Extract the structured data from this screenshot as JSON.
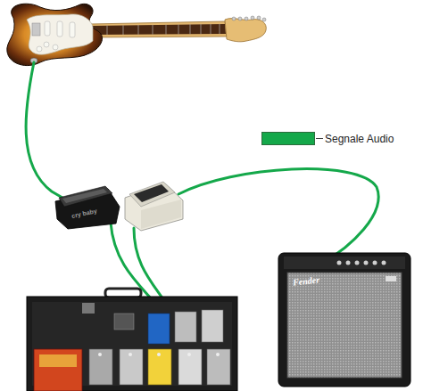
{
  "diagram": {
    "labels": [
      "cry baby",
      "Fender"
    ],
    "legend": [
      {
        "text": "Segnale Audio",
        "color": "#14a84a"
      }
    ]
  }
}
